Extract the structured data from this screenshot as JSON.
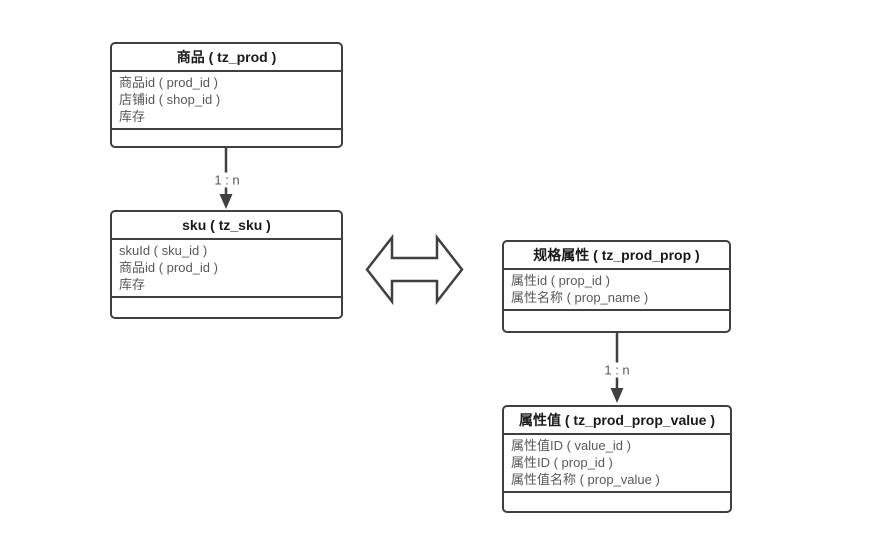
{
  "diagram": {
    "kind": "entity-relationship",
    "background": "#ffffff",
    "colors": {
      "border": "#404040",
      "title_text": "#1a1a1a",
      "field_text": "#595959",
      "connector": "#404040"
    }
  },
  "entities": [
    {
      "id": "tz_prod",
      "title": "商品 ( tz_prod )",
      "fields": [
        "商品id ( prod_id )",
        "店铺id ( shop_id )",
        "库存"
      ]
    },
    {
      "id": "tz_sku",
      "title": "sku ( tz_sku )",
      "fields": [
        "skuId ( sku_id )",
        "商品id ( prod_id )",
        "库存"
      ]
    },
    {
      "id": "tz_prod_prop",
      "title": "规格属性 ( tz_prod_prop )",
      "fields": [
        "属性id ( prop_id )",
        "属性名称 ( prop_name )"
      ]
    },
    {
      "id": "tz_prod_prop_value",
      "title": "属性值 ( tz_prod_prop_value )",
      "fields": [
        "属性值ID ( value_id )",
        "属性ID ( prop_id )",
        "属性值名称 ( prop_value )"
      ]
    }
  ],
  "relationships": [
    {
      "from": "商品 ( tz_prod )",
      "to": "sku ( tz_sku )",
      "label": "1 : n",
      "type": "one-to-many",
      "style": "arrow-down"
    },
    {
      "from": "规格属性 ( tz_prod_prop )",
      "to": "属性值 ( tz_prod_prop_value )",
      "label": "1 : n",
      "type": "one-to-many",
      "style": "arrow-down"
    },
    {
      "from": "sku ( tz_sku )",
      "to": "规格属性 ( tz_prod_prop )",
      "label": "",
      "type": "bidirectional",
      "style": "double-headed-outline-arrow"
    }
  ]
}
